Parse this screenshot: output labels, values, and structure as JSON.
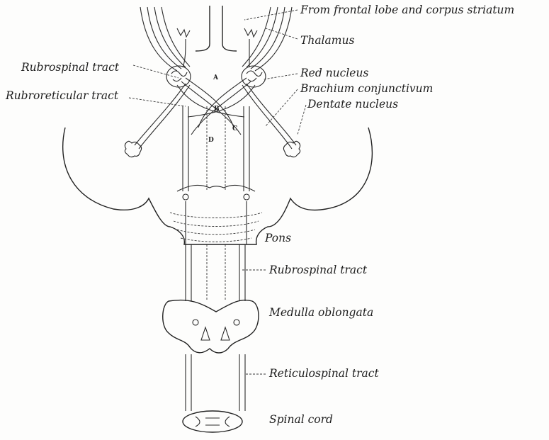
{
  "labels": {
    "frontal": "From frontal lobe and corpus striatum",
    "thalamus": "Thalamus",
    "rubrospinal_top": "Rubrospinal tract",
    "red_nucleus": "Red nucleus",
    "rubroreticular": "Rubroreticular tract",
    "brachium": "Brachium conjunctivum",
    "dentate": "Dentate nucleus",
    "pons": "Pons",
    "rubrospinal_mid": "Rubrospinal tract",
    "medulla": "Medulla oblongata",
    "reticulospinal": "Reticulospinal tract",
    "spinal": "Spinal cord"
  },
  "markers": {
    "a": "A",
    "b": "B",
    "c": "C",
    "d": "D"
  }
}
